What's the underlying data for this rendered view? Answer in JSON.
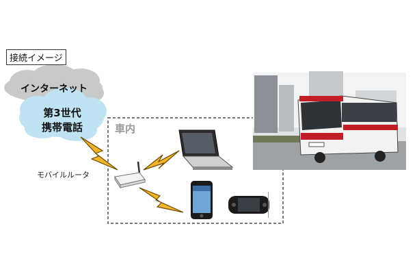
{
  "legend_label": "接続イメージ",
  "internet_label": "インターネット",
  "mobile_network_line1": "第3世代",
  "mobile_network_line2": "携帯電話",
  "vehicle_interior_label": "車内",
  "router_label": "モバイルルータ",
  "colors": {
    "internet_cloud": "#c9c9c9",
    "mobile_cloud": "#bfe3f3",
    "lightning_fill": "#f2b42a",
    "lightning_stroke": "#6a4a00",
    "dashed_border": "#777777"
  },
  "icons": {
    "router": "wifi-router-icon",
    "laptop": "laptop-icon",
    "smartphone": "smartphone-icon",
    "game_console": "handheld-console-icon",
    "bus_photo": "bus-photo"
  }
}
